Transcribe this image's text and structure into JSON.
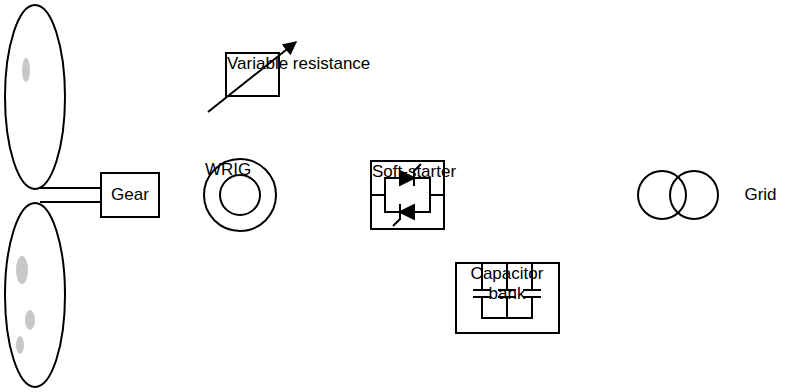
{
  "diagram": {
    "nodes": [
      {
        "text": [
          "Variable resistance"
        ]
      },
      {
        "text": [
          "Gear"
        ]
      },
      {
        "text": [
          "WRIG"
        ]
      },
      {
        "text": [
          "Soft-starter"
        ]
      },
      {
        "text": [
          "Grid"
        ]
      },
      {
        "text": [
          "Capacitor bank"
        ]
      }
    ],
    "edges": [
      {
        "from": 1,
        "to": 2,
        "arrow": "none"
      },
      {
        "from": 2,
        "to": 0,
        "arrow": "none"
      },
      {
        "from": 2,
        "to": 3,
        "arrow": "none"
      },
      {
        "from": 3,
        "to": 4,
        "arrow": "none"
      },
      {
        "from": 3,
        "to": 5,
        "arrow": "none"
      }
    ]
  }
}
